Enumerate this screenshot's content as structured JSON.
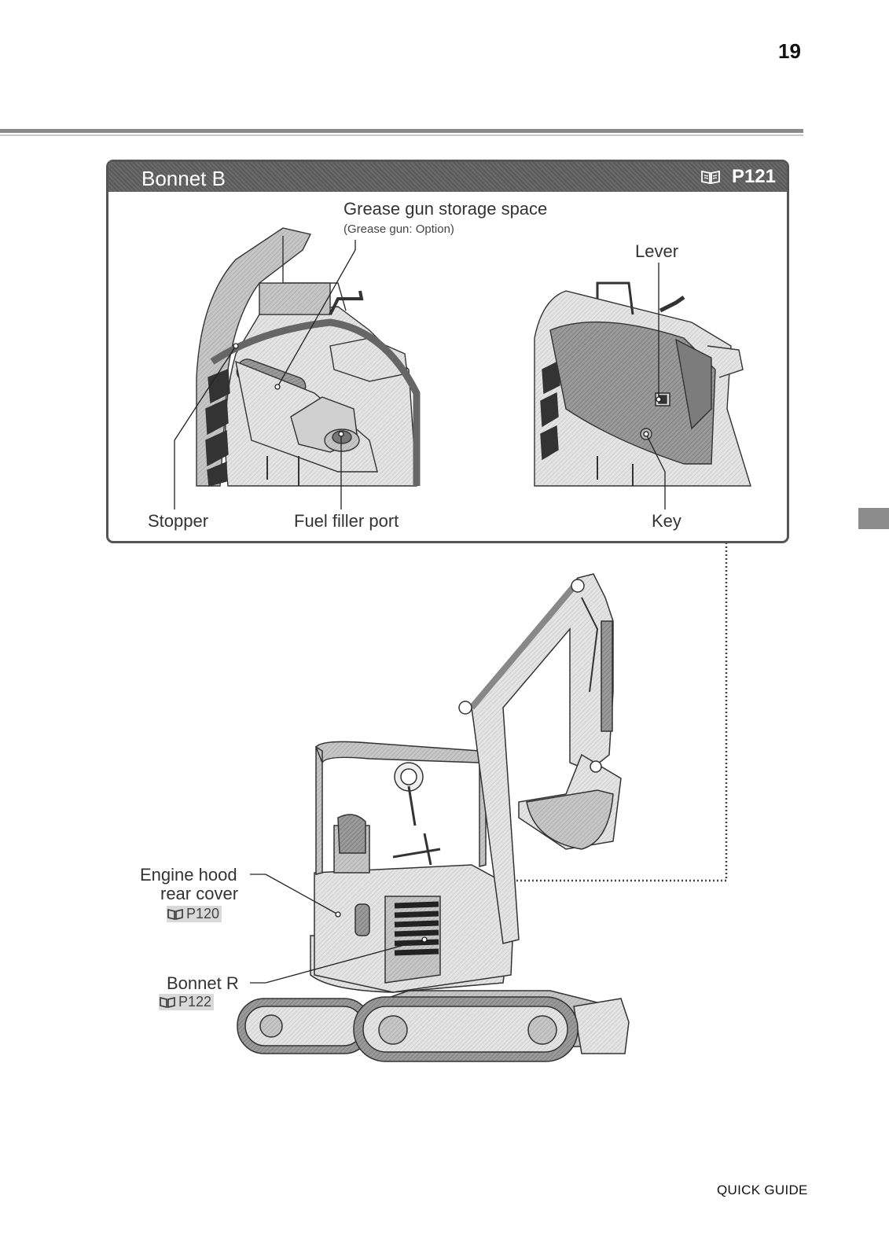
{
  "page": {
    "number": "19",
    "footer": "QUICK GUIDE"
  },
  "bonnet_b": {
    "title": "Bonnet B",
    "ref": "P121",
    "labels": {
      "grease_gun": "Grease gun storage space",
      "grease_gun_note": "(Grease gun: Option)",
      "lever": "Lever",
      "stopper": "Stopper",
      "fuel_filler": "Fuel filler port",
      "key": "Key"
    }
  },
  "machine": {
    "engine_hood_line1": "Engine hood",
    "engine_hood_line2": "rear cover",
    "engine_hood_ref": "P120",
    "bonnet_r": "Bonnet R",
    "bonnet_r_ref": "P122"
  },
  "icons": {
    "manual_ref": "book-icon"
  }
}
